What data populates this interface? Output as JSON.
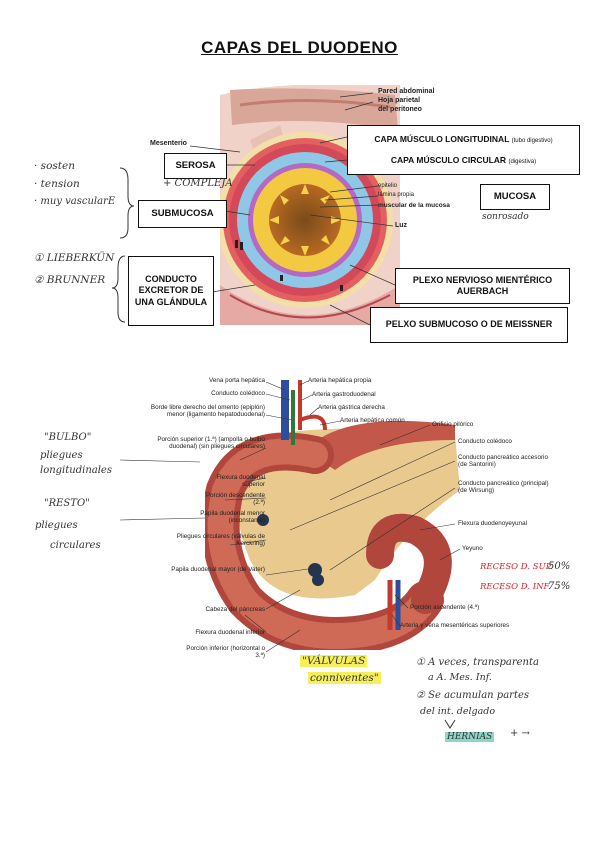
{
  "title": "CAPAS DEL DUODENO",
  "top_figure": {
    "printed_labels": {
      "pared_abdominal": "Pared abdominal",
      "hoja_parietal_1": "Hoja parietal",
      "hoja_parietal_2": "del peritoneo",
      "mesenterio": "Mesenterio",
      "epitelio": "epitelio",
      "lamina_propia": "lámina propia",
      "muscular_mucosa": "muscular de la mucosa",
      "luz": "Luz"
    },
    "boxes": {
      "serosa": "SEROSA",
      "submucosa": "SUBMUCOSA",
      "conducto_excretor": "CONDUCTO EXCRETOR DE UNA GLÁNDULA",
      "capa_longitudinal": "CAPA MÚSCULO LONGITUDINAL",
      "capa_longitudinal_note": "(tubo digestivo)",
      "capa_circular": "CAPA MÚSCULO CIRCULAR",
      "capa_circular_note": "(digestiva)",
      "mucosa": "MUCOSA",
      "plexo_auerbach": "PLEXO NERVIOSO MIENTÉRICO AUERBACH",
      "plexo_meissner": "PELXO SUBMUCOSO O DE MEISSNER"
    },
    "handwritten": {
      "sosten": "· sosten",
      "tension": "· tension",
      "muy_vasculare": "· muy vascularE",
      "compleja": "+ COMPLEJA",
      "lieberkun": "① LIEBERKÜN",
      "brunner": "② BRUNNER",
      "sonrosado": "sonrosado"
    }
  },
  "bottom_figure": {
    "left_labels": [
      "Vena porta hepática",
      "Conducto colédoco",
      "Borde libre derecho del omento (epiplón) menor (ligamento hepatoduodenal)",
      "Porción superior (1.ª) (ampolla o bulbo duodenal) (sin pliegues circulares)",
      "Flexura duodenal superior",
      "Porción descendente (2.ª)",
      "Papila duodenal menor (inconstante)",
      "Pliegues circulares (válvulas de Kerckring)",
      "Papila duodenal mayor (de Vater)",
      "Cabeza del páncreas",
      "Flexura duodenal inferior",
      "Porción inferior (horizontal o 3.ª)"
    ],
    "right_labels": [
      "Arteria hepática propia",
      "Arteria gastroduodenal",
      "Arteria gástrica derecha",
      "Arteria hepática común",
      "Orificio pilórico",
      "Conducto colédoco",
      "Conducto pancreático accesorio (de Santorini)",
      "Conducto pancreático (principal) (de Wirsung)",
      "Flexura duodenoyeyunal",
      "Yeyuno",
      "Porción ascendente (4.ª)",
      "Arteria y vena mesentéricas superiores"
    ],
    "handwritten": {
      "bulbo": "\"BULBO\"",
      "bulbo_note_1": "pliegues",
      "bulbo_note_2": "longitudinales",
      "resto": "\"RESTO\"",
      "resto_note_1": "pliegues",
      "resto_note_2": "circulares",
      "valvulas_1": "\"VÁLVULAS",
      "valvulas_2": "conniventes\"",
      "receso_sup": "RECESO D. SUP.",
      "receso_sup_pct": "50%",
      "receso_inf": "RECESO D. INF.",
      "receso_inf_pct": "75%",
      "note1_a": "① A veces, transparenta",
      "note1_b": "a A. Mes. Inf.",
      "note2_a": "② Se acumulan partes",
      "note2_b": "del int. delgado",
      "hernias": "HERNIAS",
      "arrows": "+ →"
    }
  }
}
